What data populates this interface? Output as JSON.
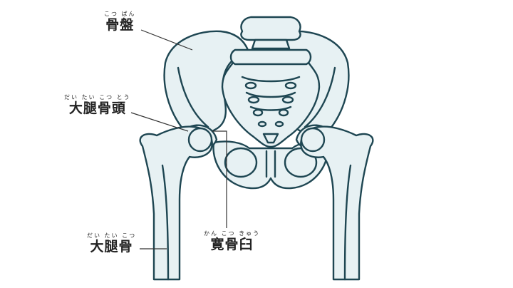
{
  "colors": {
    "outline": "#1e4652",
    "bone_fill": "#e7f1f3",
    "leader": "#333333",
    "text": "#222222"
  },
  "labels": {
    "pelvis": {
      "term": "骨盤",
      "ruby": "こつ ばん"
    },
    "femoral_head": {
      "term": "大腿骨頭",
      "ruby": "だい たい こつ とう"
    },
    "femur": {
      "term": "大腿骨",
      "ruby": "だい たい こつ"
    },
    "acetabulum": {
      "term": "寛骨臼",
      "ruby": "かん こつ きゅう"
    }
  }
}
